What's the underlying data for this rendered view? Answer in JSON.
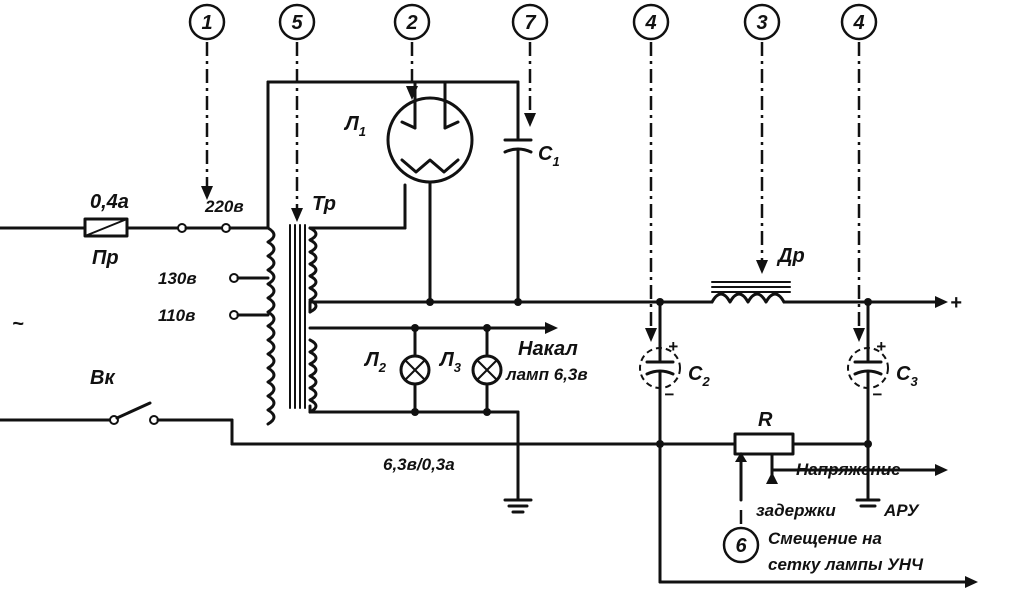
{
  "callouts": [
    "1",
    "5",
    "2",
    "7",
    "4",
    "3",
    "4",
    "6"
  ],
  "labels": {
    "fuse_rating": "0,4а",
    "fuse": "Пр",
    "tap_220": "220в",
    "tap_130": "130в",
    "tap_110": "110в",
    "transformer": "Тр",
    "switch": "Вк",
    "ac_source": "~",
    "tube_main": "Л",
    "tube_main_sub": "1",
    "cap1": "С",
    "cap1_sub": "1",
    "lamp2": "Л",
    "lamp2_sub": "2",
    "lamp3": "Л",
    "lamp3_sub": "3",
    "heater_line1": "Накал",
    "heater_line2": "ламп 6,3в",
    "heater_rating": "6,3в/0,3а",
    "cap2": "С",
    "cap2_sub": "2",
    "cap3": "С",
    "cap3_sub": "3",
    "choke": "Др",
    "resistor": "R",
    "plus": "+",
    "plus_c2": "+",
    "plus_c3": "+",
    "minus_c2": "−",
    "minus_c3": "−",
    "agc_line1": "Напряжение",
    "agc_line2": "задержки",
    "agc_line3": "АРУ",
    "bias_line1": "Смещение на",
    "bias_line2": "сетку лампы УНЧ"
  }
}
